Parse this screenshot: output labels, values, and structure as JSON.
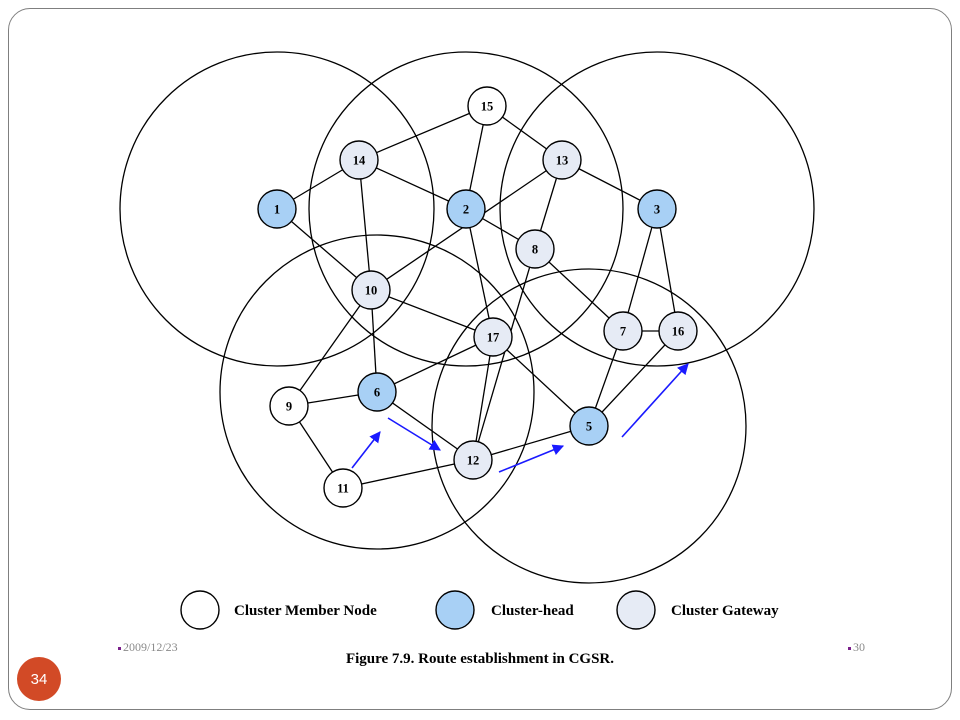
{
  "slide": {
    "number": "34"
  },
  "figure": {
    "caption": "Figure 7.9. Route establishment in CGSR.",
    "date": "2009/12/23",
    "page": "30"
  },
  "colors": {
    "member": "#ffffff",
    "head": "#a8d0f5",
    "gateway": "#e6ebf5",
    "route": "#1a1aff",
    "accent": "#d24a26"
  },
  "legend": [
    {
      "type": "member",
      "label": "Cluster Member Node"
    },
    {
      "type": "head",
      "label": "Cluster-head"
    },
    {
      "type": "gateway",
      "label": "Cluster Gateway"
    }
  ],
  "nodes": [
    {
      "id": "1",
      "type": "head"
    },
    {
      "id": "2",
      "type": "head"
    },
    {
      "id": "3",
      "type": "head"
    },
    {
      "id": "5",
      "type": "head"
    },
    {
      "id": "6",
      "type": "head"
    },
    {
      "id": "7",
      "type": "gateway"
    },
    {
      "id": "8",
      "type": "gateway"
    },
    {
      "id": "9",
      "type": "member"
    },
    {
      "id": "10",
      "type": "gateway"
    },
    {
      "id": "11",
      "type": "member"
    },
    {
      "id": "12",
      "type": "gateway"
    },
    {
      "id": "13",
      "type": "gateway"
    },
    {
      "id": "14",
      "type": "gateway"
    },
    {
      "id": "15",
      "type": "member"
    },
    {
      "id": "16",
      "type": "gateway"
    },
    {
      "id": "17",
      "type": "gateway"
    }
  ],
  "edges": [
    [
      "1",
      "14"
    ],
    [
      "1",
      "10"
    ],
    [
      "14",
      "15"
    ],
    [
      "14",
      "2"
    ],
    [
      "14",
      "10"
    ],
    [
      "15",
      "2"
    ],
    [
      "15",
      "13"
    ],
    [
      "13",
      "3"
    ],
    [
      "13",
      "8"
    ],
    [
      "13",
      "10"
    ],
    [
      "2",
      "8"
    ],
    [
      "2",
      "17"
    ],
    [
      "10",
      "17"
    ],
    [
      "10",
      "6"
    ],
    [
      "10",
      "9"
    ],
    [
      "8",
      "7"
    ],
    [
      "8",
      "12"
    ],
    [
      "3",
      "7"
    ],
    [
      "3",
      "16"
    ],
    [
      "7",
      "16"
    ],
    [
      "7",
      "5"
    ],
    [
      "17",
      "5"
    ],
    [
      "17",
      "12"
    ],
    [
      "6",
      "17"
    ],
    [
      "6",
      "9"
    ],
    [
      "6",
      "12"
    ],
    [
      "9",
      "11"
    ],
    [
      "11",
      "12"
    ],
    [
      "12",
      "5"
    ],
    [
      "5",
      "16"
    ]
  ],
  "route": [
    "11",
    "6",
    "12",
    "5",
    "16"
  ]
}
